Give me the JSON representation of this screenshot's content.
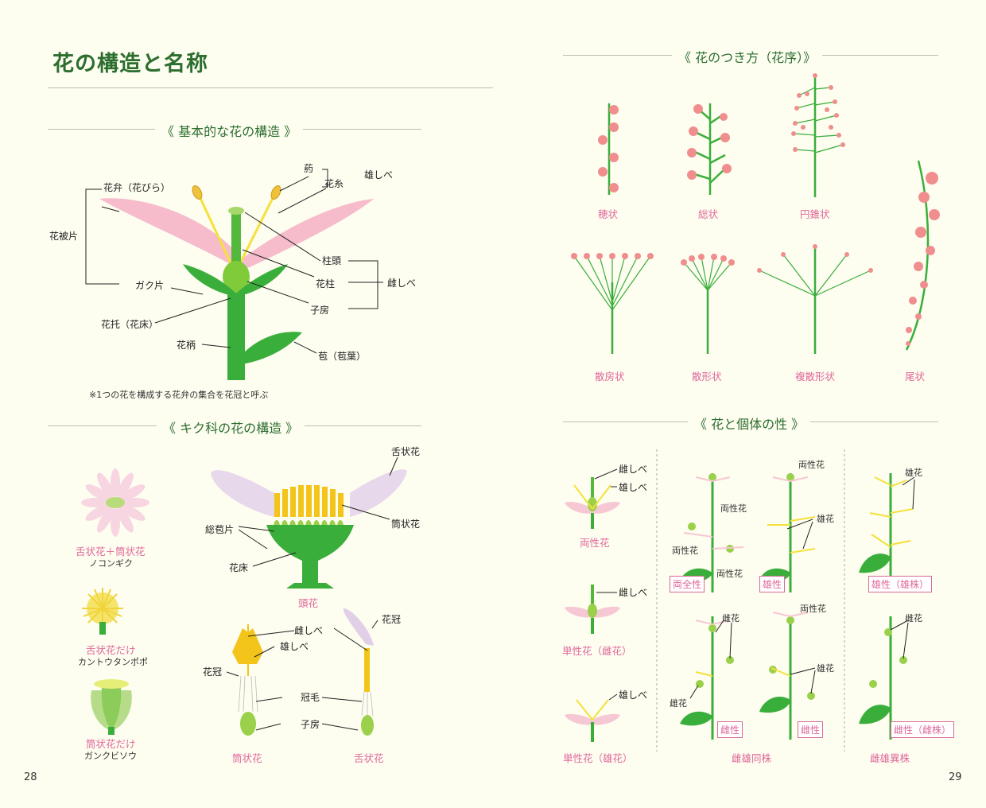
{
  "page_title": "花の構造と名称",
  "sections": {
    "basic": "《 基本的な花の構造 》",
    "kiku": "《 キク科の花の構造 》",
    "inflorescence": "《 花のつき方（花序）》",
    "sexuality": "《 花と個体の性 》"
  },
  "basic_labels": {
    "yaku": "葯",
    "kashi": "花糸",
    "oshibe": "雄しべ",
    "kaben": "花弁（花びら）",
    "kahihen": "花被片",
    "chutou": "柱頭",
    "kachu": "花柱",
    "meshibe": "雌しべ",
    "gakuhen": "ガク片",
    "shibou": "子房",
    "kataku": "花托（花床）",
    "kahei": "花柄",
    "hou": "苞（苞葉）",
    "note": "※1つの花を構成する花弁の集合を花冠と呼ぶ"
  },
  "kiku_labels": {
    "nokongiku_type": "舌状花＋筒状花",
    "nokongiku": "ノコンギク",
    "tanpopo_type": "舌状花だけ",
    "tanpopo": "カントウタンポポ",
    "gankubi_type": "筒状花だけ",
    "gankubi": "ガンクビソウ",
    "zetsujoka": "舌状花",
    "tojoka": "筒状花",
    "soho": "総苞片",
    "kasho": "花床",
    "toka": "頭花",
    "meshibe": "雌しべ",
    "oshibe": "雄しべ",
    "kakan1": "花冠",
    "kakan2": "花冠",
    "kanmou": "冠毛",
    "shibou": "子房",
    "bottom_tojoka": "筒状花",
    "bottom_zetsujoka": "舌状花"
  },
  "inflorescence_labels": {
    "suijo": "穂状",
    "soujo": "総状",
    "ensuijo": "円錐状",
    "sanbojo": "散房状",
    "sankeijo": "散形状",
    "fukusankeijo": "複散形状",
    "bijo": "尾状"
  },
  "sex_labels": {
    "meshibe": "雌しべ",
    "oshibe": "雄しべ",
    "ryoseika": "両性花",
    "meshibe2": "雌しべ",
    "tanseika_mebana": "単性花（雌花）",
    "oshibe2": "雄しべ",
    "tanseika_obana": "単性花（雄花）",
    "ryo1": "両性花",
    "ryo2": "両性花",
    "ryo3": "両性花",
    "box_ryozensei": "両全性",
    "ryo4": "両性花",
    "obana1": "雄花",
    "box_yusei": "雄性",
    "obana2": "雄花",
    "box_yusei_kabu": "雄性（雄株）",
    "mebana1": "雌花",
    "mebana2": "雌花",
    "box_shisei": "雌性",
    "ryo5": "両性花",
    "obana3": "雄花",
    "box_shisei2": "雌性",
    "mebana3": "雌花",
    "box_shisei_kabu": "雌性（雌株）",
    "shiyu_doshu": "雌雄同株",
    "shiyu_ishu": "雌雄異株"
  },
  "page_numbers": {
    "left": "28",
    "right": "29"
  },
  "colors": {
    "green": "#3a9e3a",
    "pink": "#f2b8c8",
    "yellow": "#f3cf2a",
    "title": "#2c6e2e",
    "label_pink": "#e0679a"
  }
}
